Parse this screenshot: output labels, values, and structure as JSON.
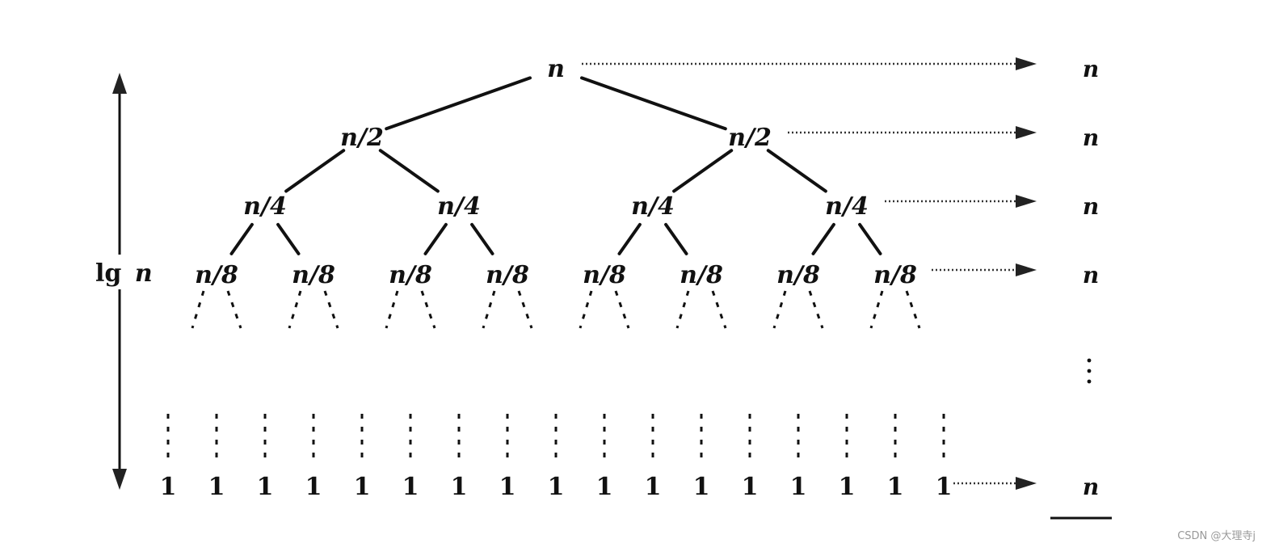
{
  "tree": {
    "levels": [
      {
        "nodes": [
          "n"
        ],
        "row_cost": "n"
      },
      {
        "nodes": [
          "n/2",
          "n/2"
        ],
        "row_cost": "n"
      },
      {
        "nodes": [
          "n/4",
          "n/4",
          "n/4",
          "n/4"
        ],
        "row_cost": "n"
      },
      {
        "nodes": [
          "n/8",
          "n/8",
          "n/8",
          "n/8",
          "n/8",
          "n/8",
          "n/8",
          "n/8"
        ],
        "row_cost": "n"
      }
    ],
    "leaves": [
      "1",
      "1",
      "1",
      "1",
      "1",
      "1",
      "1",
      "1",
      "1",
      "1",
      "1",
      "1",
      "1",
      "1",
      "1",
      "1",
      "1"
    ],
    "leaf_row_cost": "n",
    "height_label": {
      "prefix": "lg",
      "var": "n"
    }
  },
  "watermark": "CSDN @大理寺j"
}
